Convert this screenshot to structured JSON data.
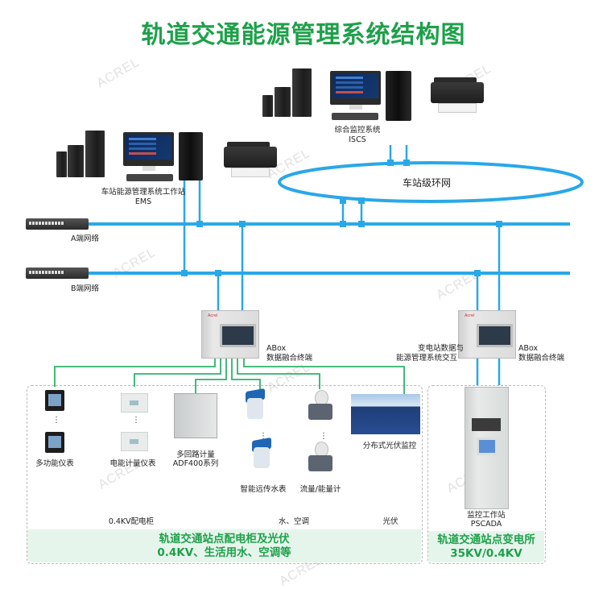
{
  "title": "轨道交通能源管理系统结构图",
  "watermark": "ACREL",
  "colors": {
    "title": "#1ea04a",
    "network_line": "#29a8e8",
    "field_line": "#2fb36b",
    "band_bg": "#e6f5ec",
    "region_border": "#b9b9b9"
  },
  "top": {
    "ems_label": "车站能源管理系统工作站",
    "ems_sub": "EMS",
    "iscs_label": "综合监控系统",
    "iscs_sub": "ISCS",
    "ring_label": "车站级环网"
  },
  "network": {
    "a_label": "A端网络",
    "b_label": "B端网络"
  },
  "abox_left": {
    "name": "ABox",
    "desc": "数据融合终端"
  },
  "abox_right": {
    "name": "ABox",
    "desc": "数据融合终端",
    "note_line1": "变电站数据与",
    "note_line2": "能源管理系统交互"
  },
  "devices": {
    "multi_meter": "多功能仪表",
    "energy_meter": "电能计量仪表",
    "adf_line1": "多回路计量",
    "adf_line2": "ADF400系列",
    "water_meter": "智能远传水表",
    "flow_meter": "流量/能量计",
    "solar": "分布式光伏监控",
    "ellipsis": "⋮"
  },
  "categories": {
    "cabinet": "0.4KV配电柜",
    "water_ac": "水、空调",
    "pv": "光伏"
  },
  "region_left": {
    "line1": "轨道交通站点配电柜及光伏",
    "line2": "0.4KV、生活用水、空调等"
  },
  "region_right": {
    "ws_label": "监控工作站",
    "ws_sub": "PSCADA",
    "line1": "轨道交通站点变电所",
    "line2": "35KV/0.4KV"
  }
}
